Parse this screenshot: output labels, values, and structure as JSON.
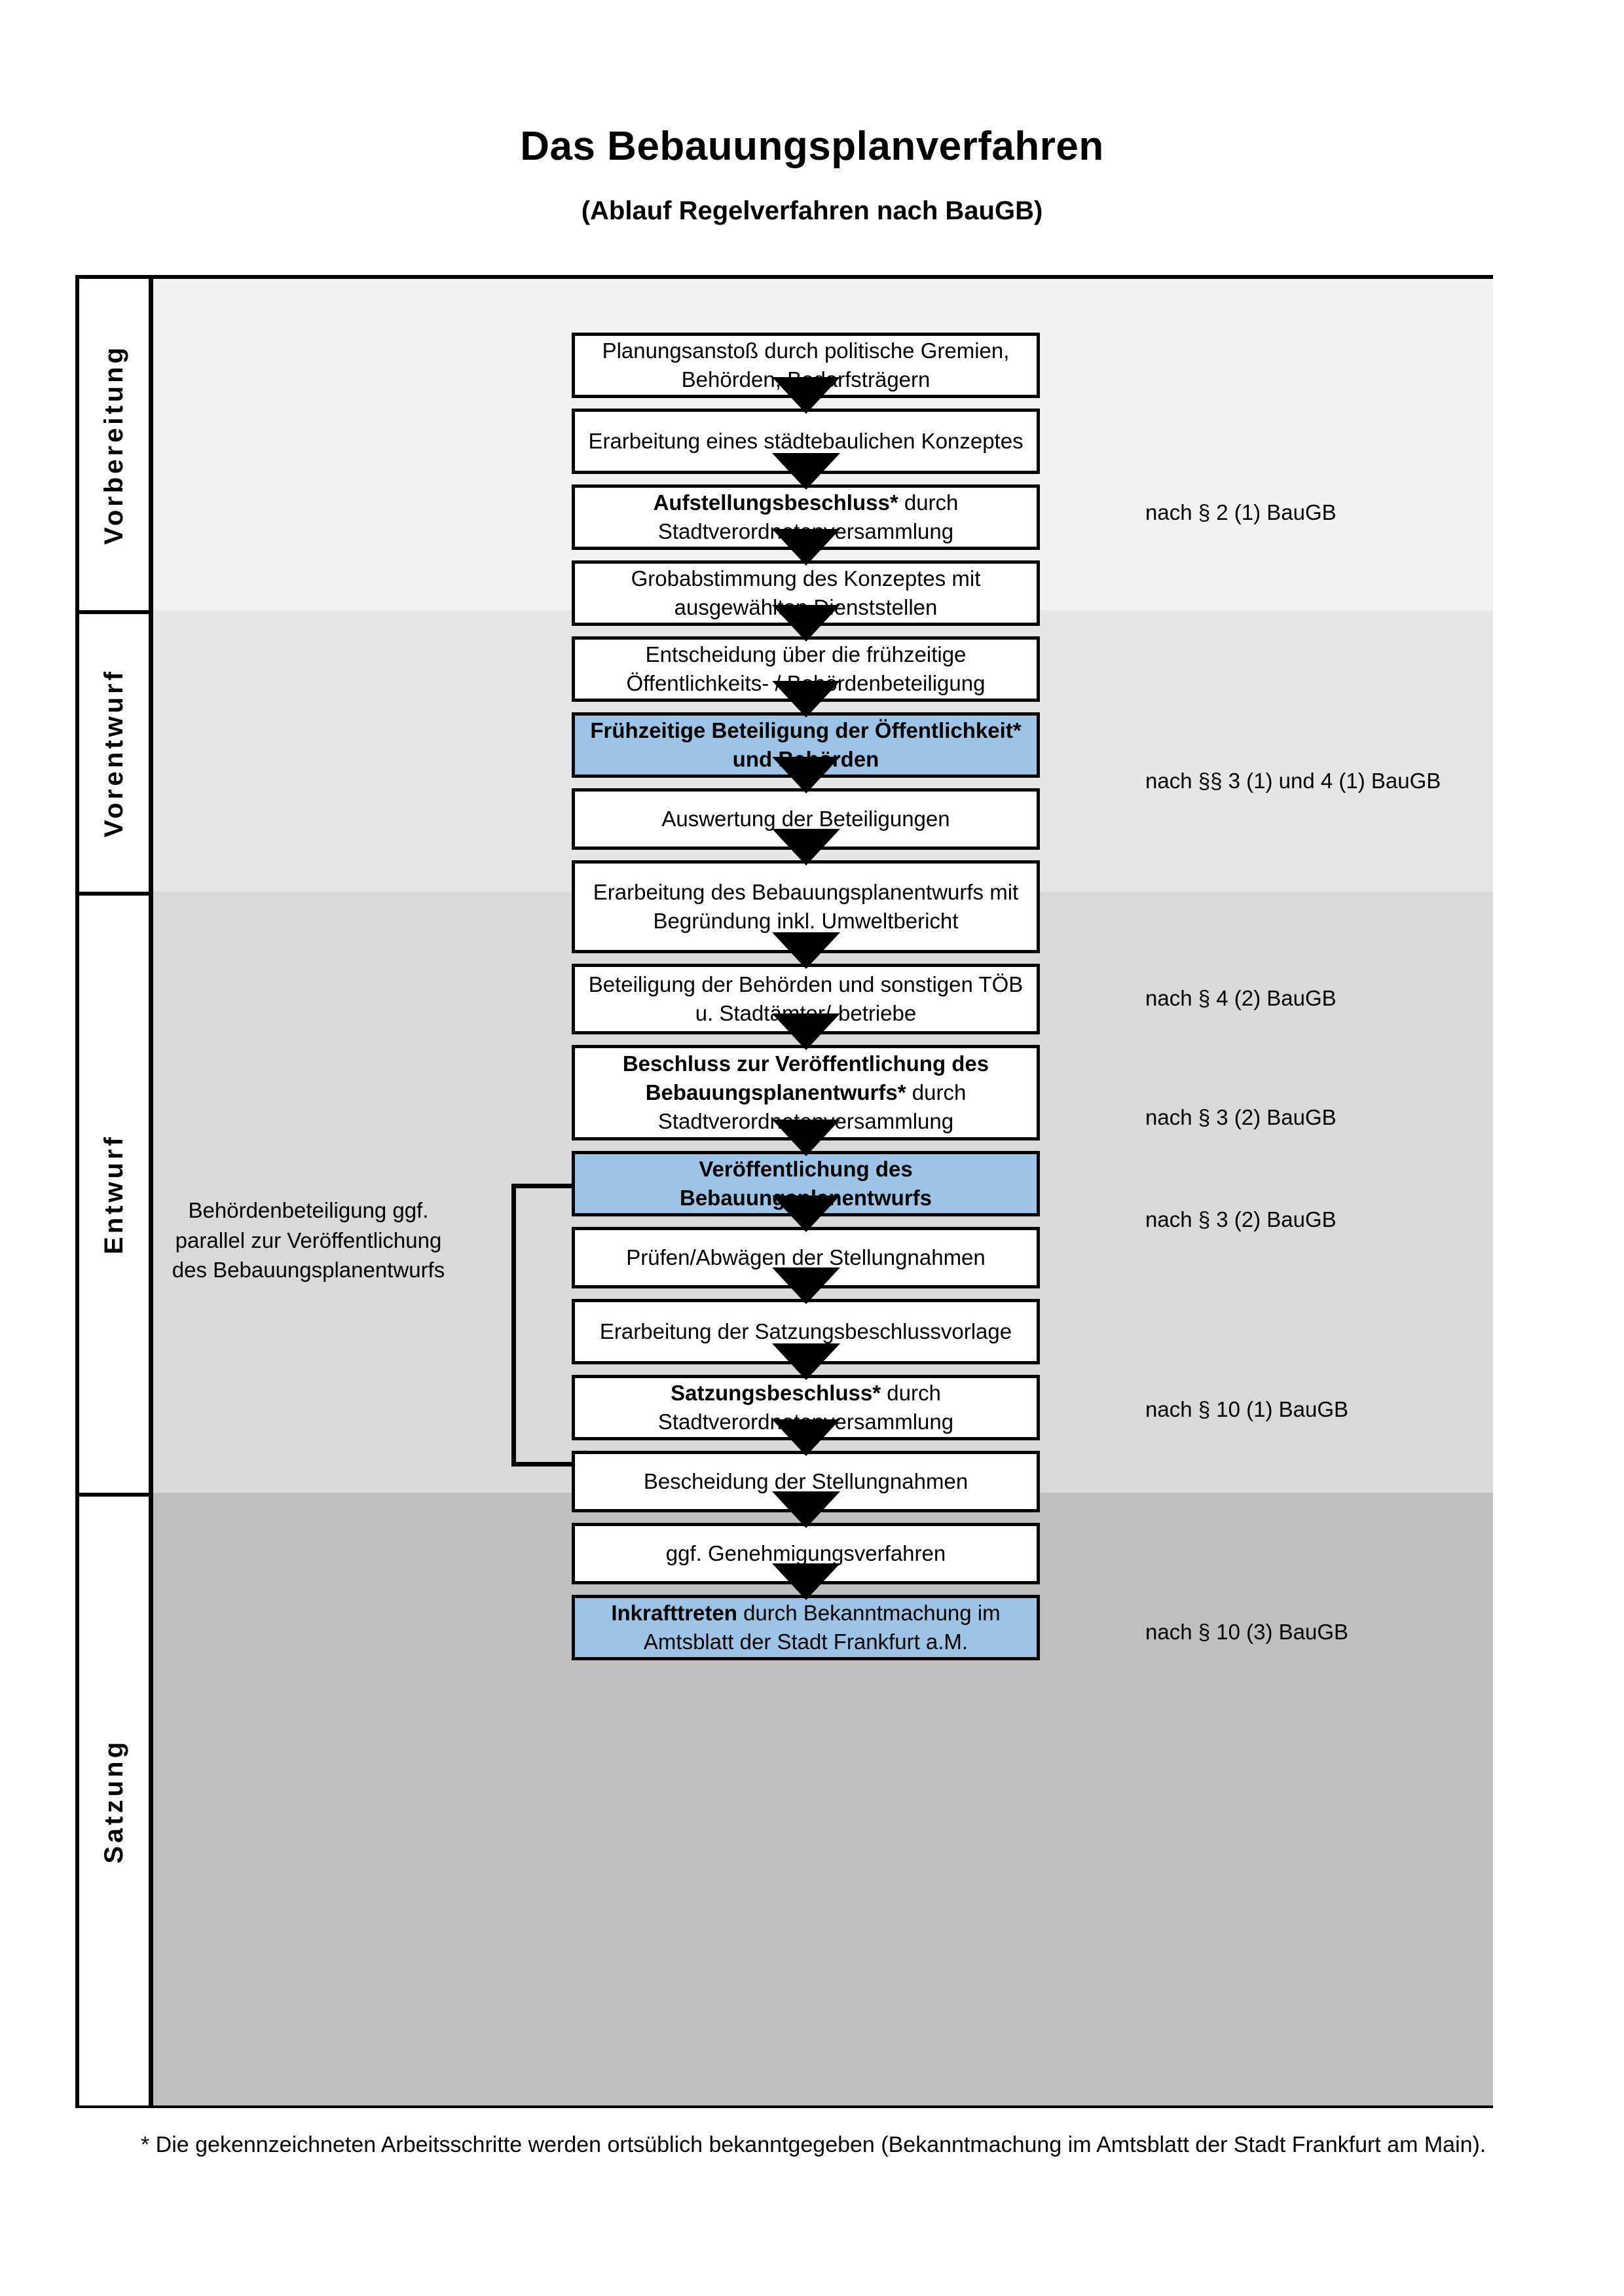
{
  "header": {
    "title": "Das Bebauungsplanverfahren",
    "subtitle": "(Ablauf Regelverfahren nach BauGB)"
  },
  "colors": {
    "highlight_blue": "#9DC3E6",
    "band_vorbereitung": "#F2F2F2",
    "band_vorentwurf": "#E6E6E6",
    "band_entwurf": "#D9D9D9",
    "band_satzung": "#BFBFBF",
    "line": "#000000"
  },
  "phases": [
    {
      "id": "vorbereitung",
      "label": "Vorbereitung"
    },
    {
      "id": "vorentwurf",
      "label": "Vorentwurf"
    },
    {
      "id": "entwurf",
      "label": "Entwurf"
    },
    {
      "id": "satzung",
      "label": "Satzung"
    }
  ],
  "steps": [
    {
      "id": "planungsanstoss",
      "phase": "vorbereitung",
      "bold": "",
      "text": "Planungsanstoß durch politische Gremien, Behörden, Bedarfsträgern",
      "highlight": false
    },
    {
      "id": "konzept",
      "phase": "vorbereitung",
      "bold": "",
      "text": "Erarbeitung eines städtebaulichen Konzeptes",
      "highlight": false
    },
    {
      "id": "aufstellungsbeschluss",
      "phase": "vorbereitung",
      "bold": "Aufstellungsbeschluss*",
      "text": " durch Stadtverordnetenversammlung",
      "highlight": false
    },
    {
      "id": "grobabstimmung",
      "phase": "vorentwurf",
      "bold": "",
      "text": "Grobabstimmung des Konzeptes mit ausgewählten Dienststellen",
      "highlight": false
    },
    {
      "id": "entscheidung",
      "phase": "vorentwurf",
      "bold": "",
      "text": "Entscheidung über die frühzeitige Öffentlichkeits- / Behördenbeteiligung",
      "highlight": false
    },
    {
      "id": "fruehzeitige",
      "phase": "vorentwurf",
      "bold": "Frühzeitige Beteiligung der Öffentlichkeit* und Behörden",
      "text": "",
      "highlight": true
    },
    {
      "id": "auswertung",
      "phase": "entwurf",
      "bold": "",
      "text": "Auswertung der Beteiligungen",
      "highlight": false
    },
    {
      "id": "erarbeitung_bplan",
      "phase": "entwurf",
      "bold": "",
      "text": "Erarbeitung des Bebauungsplanentwurfs mit Begründung inkl. Umweltbericht",
      "highlight": false
    },
    {
      "id": "beteiligung_toeb",
      "phase": "entwurf",
      "bold": "",
      "text": "Beteiligung der Behörden und sonstigen TÖB u. Stadtämter/-betriebe",
      "highlight": false
    },
    {
      "id": "beschluss_veroeff",
      "phase": "entwurf",
      "bold": "Beschluss zur Veröffentlichung des Bebauungsplanentwurfs*",
      "text": " durch Stadtverordnetenversammlung",
      "highlight": false
    },
    {
      "id": "veroeffentlichung",
      "phase": "entwurf",
      "bold": "Veröffentlichung des Bebauungsplanentwurfs",
      "text": "",
      "highlight": true
    },
    {
      "id": "pruefen_abwaegen",
      "phase": "satzung",
      "bold": "",
      "text": "Prüfen/Abwägen der Stellungnahmen",
      "highlight": false
    },
    {
      "id": "satzungsvorlage",
      "phase": "satzung",
      "bold": "",
      "text": "Erarbeitung der Satzungsbeschlussvorlage",
      "highlight": false
    },
    {
      "id": "satzungsbeschluss",
      "phase": "satzung",
      "bold": "Satzungsbeschluss*",
      "text": " durch Stadtverordnetenversammlung",
      "highlight": false
    },
    {
      "id": "bescheidung",
      "phase": "satzung",
      "bold": "",
      "text": "Bescheidung der Stellungnahmen",
      "highlight": false
    },
    {
      "id": "genehmigung",
      "phase": "satzung",
      "bold": "",
      "text": "ggf. Genehmigungsverfahren",
      "highlight": false
    },
    {
      "id": "inkrafttreten",
      "phase": "satzung",
      "bold": "Inkrafttreten",
      "text": " durch Bekanntmachung im Amtsblatt der Stadt Frankfurt a.M.",
      "highlight": true
    }
  ],
  "law_references": [
    {
      "id": "ref_par2_1",
      "text": "nach § 2 (1) BauGB"
    },
    {
      "id": "ref_par3_4_1",
      "text": "nach §§ 3 (1) und 4 (1) BauGB"
    },
    {
      "id": "ref_par4_2",
      "text": "nach § 4 (2) BauGB"
    },
    {
      "id": "ref_par3_2_a",
      "text": "nach § 3 (2) BauGB"
    },
    {
      "id": "ref_par3_2_b",
      "text": "nach § 3 (2) BauGB"
    },
    {
      "id": "ref_par10_1",
      "text": "nach § 10 (1) BauGB"
    },
    {
      "id": "ref_par10_3",
      "text": "nach § 10 (3) BauGB"
    }
  ],
  "side_note": {
    "id": "behoerdenbeteiligung-note",
    "text": "Behördenbeteiligung ggf. parallel zur Veröffentlichung des Bebauungsplanentwurfs"
  },
  "footnote": {
    "text": "* Die gekennzeichneten Arbeitsschritte werden ortsüblich bekanntgegeben (Bekanntmachung im Amtsblatt  der Stadt Frankfurt am Main)."
  }
}
